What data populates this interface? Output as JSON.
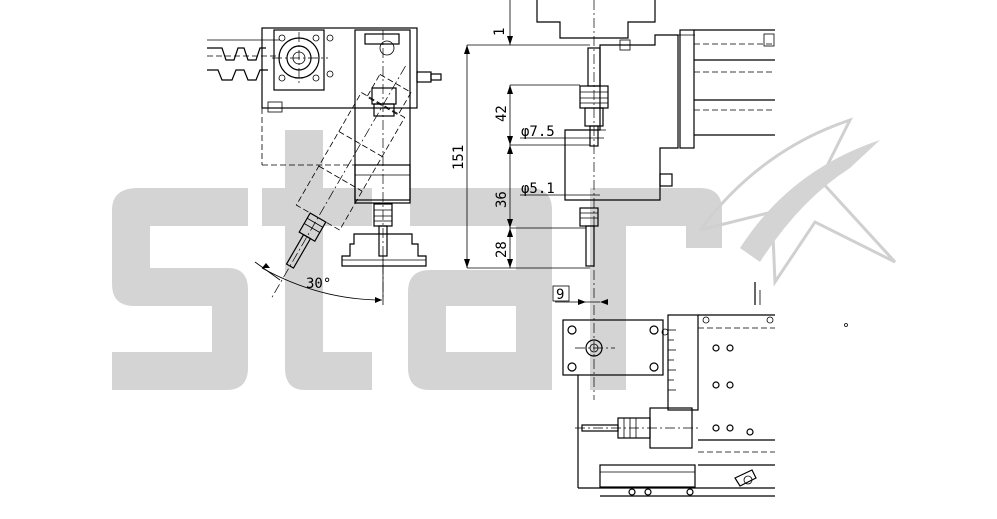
{
  "watermark": {
    "brand": "star",
    "color": "#d4d4d4"
  },
  "dimensions": {
    "top_offset": "1",
    "total_height": "151",
    "upper_length": "42",
    "upper_diameter": "φ7.5",
    "middle_length": "36",
    "lower_diameter": "φ5.1",
    "lower_length": "28",
    "tilt_angle": "30°",
    "horizontal_offset": "9"
  },
  "colors": {
    "line": "#000000",
    "background": "#ffffff"
  }
}
